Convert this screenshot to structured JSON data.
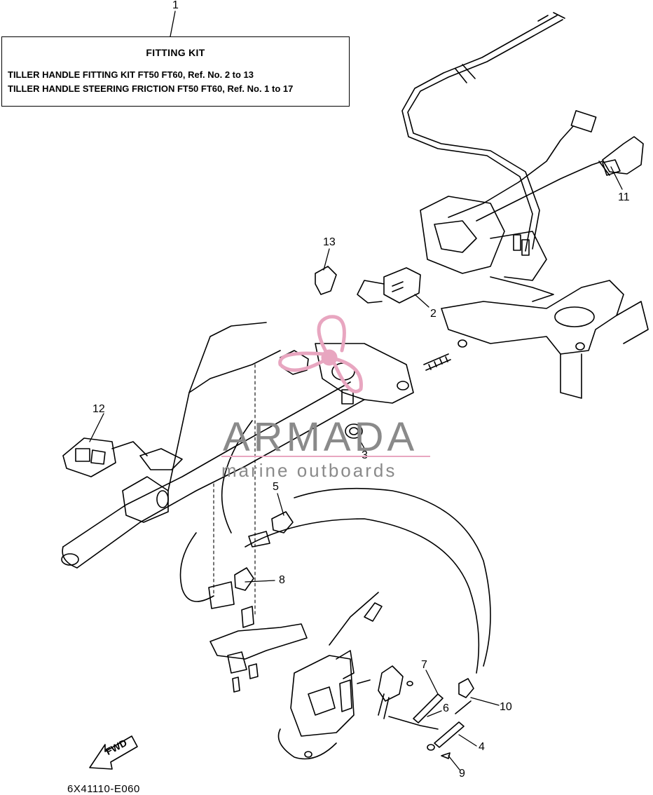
{
  "kit_box": {
    "title": "FITTING KIT",
    "line1": "TILLER HANDLE FITTING KIT FT50 FT60, Ref. No. 2 to 13",
    "line2": "TILLER HANDLE STEERING FRICTION FT50 FT60, Ref. No. 1 to 17"
  },
  "callouts": {
    "n1": "1",
    "n2": "2",
    "n3": "3",
    "n4": "4",
    "n5": "5",
    "n6": "6",
    "n7": "7",
    "n8": "8",
    "n9": "9",
    "n10": "10",
    "n11": "11",
    "n12": "12",
    "n13": "13"
  },
  "watermark": {
    "brand": "ARMADA",
    "tagline": "marine outboards",
    "color": "#e8a6c0"
  },
  "fwd_label": "FWD",
  "diagram_code": "6X41110-E060"
}
